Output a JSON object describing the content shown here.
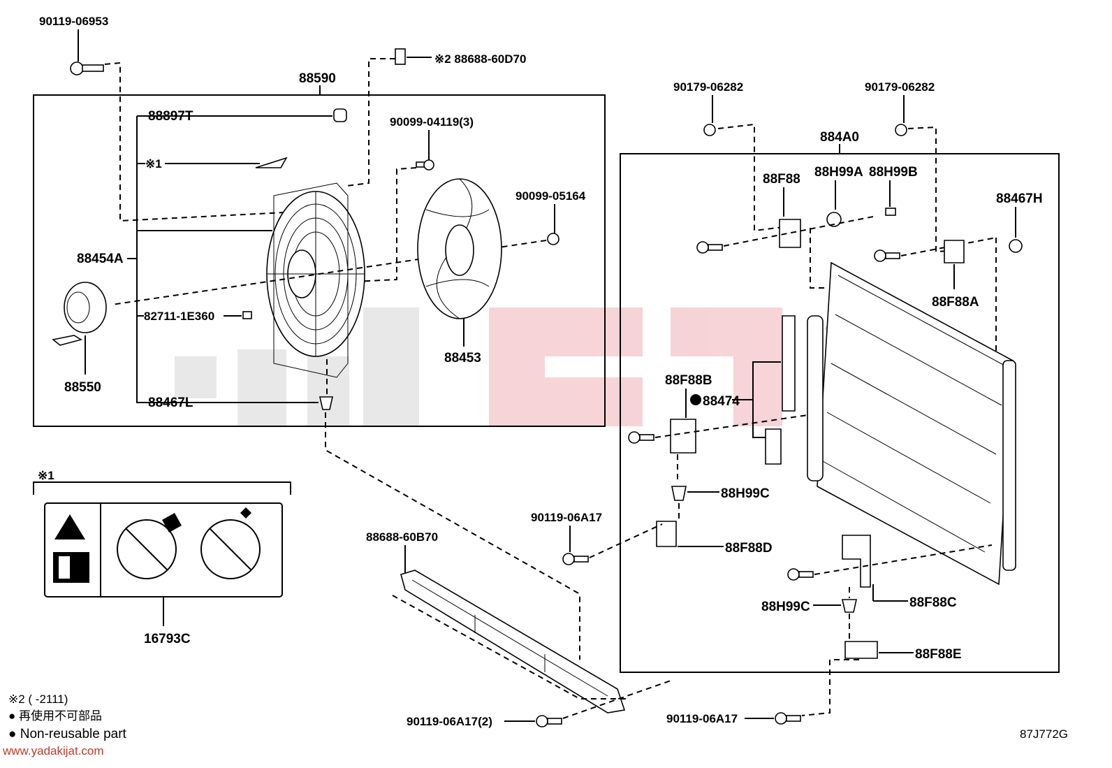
{
  "labels": {
    "p_90119_06953": "90119-06953",
    "p_88688_60D70": "※2 88688-60D70",
    "p_88590": "88590",
    "p_88897T": "88897T",
    "p_90099_04119": "90099-04119(3)",
    "p_x1_inner": "※1",
    "p_90099_05164": "90099-05164",
    "p_88454A": "88454A",
    "p_82711": "82711-1E360",
    "p_88453": "88453",
    "p_88550": "88550",
    "p_88467L": "88467L",
    "p_90179_left": "90179-06282",
    "p_90179_right": "90179-06282",
    "p_884A0": "884A0",
    "p_88F88": "88F88",
    "p_88H99A": "88H99A",
    "p_88H99B": "88H99B",
    "p_88467H": "88467H",
    "p_88F88A": "88F88A",
    "p_88F88B": "88F88B",
    "p_88474": "88474",
    "p_88H99C_top": "88H99C",
    "p_90119_06A17_mid": "90119-06A17",
    "p_88F88D": "88F88D",
    "p_88688_60B70": "88688-60B70",
    "p_x1_box": "※1",
    "p_16793C": "16793C",
    "p_88H99C_bot": "88H99C",
    "p_88F88C": "88F88C",
    "p_88F88E": "88F88E",
    "p_90119_06A17_2": "90119-06A17(2)",
    "p_90119_06A17_bot": "90119-06A17"
  },
  "footer": {
    "note_x2": "※2 (         -2111)",
    "bullet_jp": "● 再使用不可部品",
    "bullet_en": "● Non-reusable part",
    "website": "www.yadakijat.com",
    "code": "87J772G"
  },
  "watermark_color": "#e8a0a8",
  "watermark_gray": "#d8d8d8"
}
